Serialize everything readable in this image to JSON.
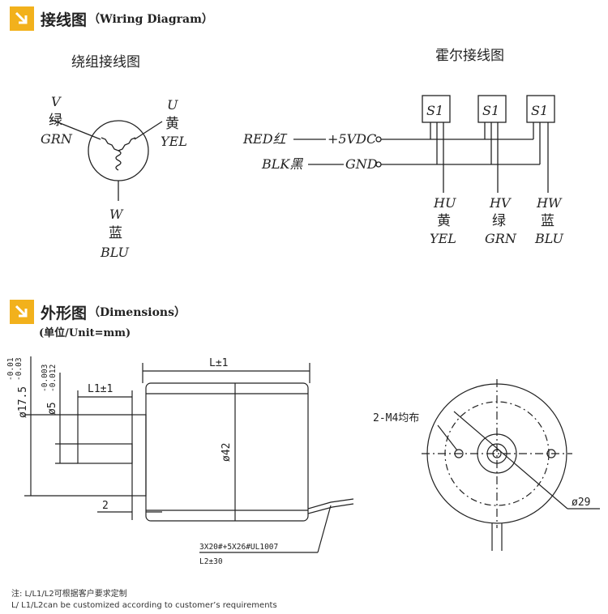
{
  "section_wiring": {
    "title_zh": "接线图",
    "title_en": "（Wiring Diagram）",
    "icon": "arrow-down-right-icon"
  },
  "winding": {
    "title": "绕组接线图",
    "v": {
      "letter": "V",
      "zh": "绿",
      "en": "GRN"
    },
    "u": {
      "letter": "U",
      "zh": "黄",
      "en": "YEL"
    },
    "w": {
      "letter": "W",
      "zh": "蓝",
      "en": "BLU"
    }
  },
  "hall": {
    "title": "霍尔接线图",
    "sensor_label": "S1",
    "red": "RED红",
    "blk": "BLK黑",
    "vdc": "+5VDC",
    "gnd": "GND",
    "hu": {
      "name": "HU",
      "zh": "黄",
      "en": "YEL"
    },
    "hv": {
      "name": "HV",
      "zh": "绿",
      "en": "GRN"
    },
    "hw": {
      "name": "HW",
      "zh": "蓝",
      "en": "BLU"
    }
  },
  "section_dim": {
    "title_zh": "外形图",
    "title_en": "（Dimensions）",
    "unit": "(单位/Unit=mm)",
    "icon": "arrow-down-right-icon"
  },
  "dims": {
    "L": "L±1",
    "L1": "L1±1",
    "d42": "ø42",
    "d17": "ø17.5",
    "d17_tol_up": "-0.01",
    "d17_tol_dn": "-0.03",
    "d5": "ø5",
    "d5_tol_up": "-0.003",
    "d5_tol_dn": "-0.012",
    "two": "2",
    "cable": "3X20#+5X26#UL1007",
    "L2": "L2±30",
    "m4": "2-M4均布",
    "d29": "ø29"
  },
  "notes": {
    "zh": "注:   L/L1/L2可根据客户要求定制",
    "en": "L/ L1/L2can be customized according to customer’s requirements"
  },
  "colors": {
    "accent": "#f2b11c",
    "line": "#222222"
  }
}
